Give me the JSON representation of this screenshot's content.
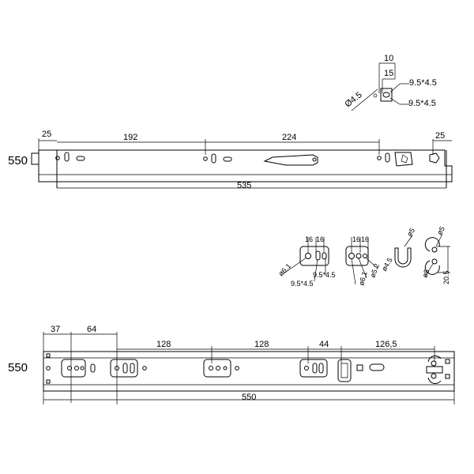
{
  "detail_top": {
    "dim_10": "10",
    "dim_15": "15",
    "dia_45": "Ø4.5",
    "slot_a": "9.5*4.5",
    "slot_b": "9.5*4.5"
  },
  "rail_top": {
    "length_label": "550",
    "dim_left_25": "25",
    "dim_192": "192",
    "dim_224": "224",
    "dim_right_25": "25",
    "overall": "535"
  },
  "detail_mid": {
    "a_16_1": "16",
    "a_16_2": "16",
    "a_dia61": "ø6.1",
    "a_slot1": "9.5*4.5",
    "a_slot2": "9.5*4.5",
    "b_16_1": "16",
    "b_16_2": "16",
    "b_dia61": "ø6.1",
    "b_dia52": "ø5.2",
    "b_dia45": "ø4.5",
    "c_dia5": "ø5",
    "d_dia5_top": "ø5",
    "d_dia5_bot": "ø5",
    "d_205": "20.5"
  },
  "rail_bottom": {
    "length_label": "550",
    "dim_37": "37",
    "dim_64": "64",
    "dim_128_a": "128",
    "dim_128_b": "128",
    "dim_44": "44",
    "dim_1265": "126,5",
    "overall": "550"
  }
}
